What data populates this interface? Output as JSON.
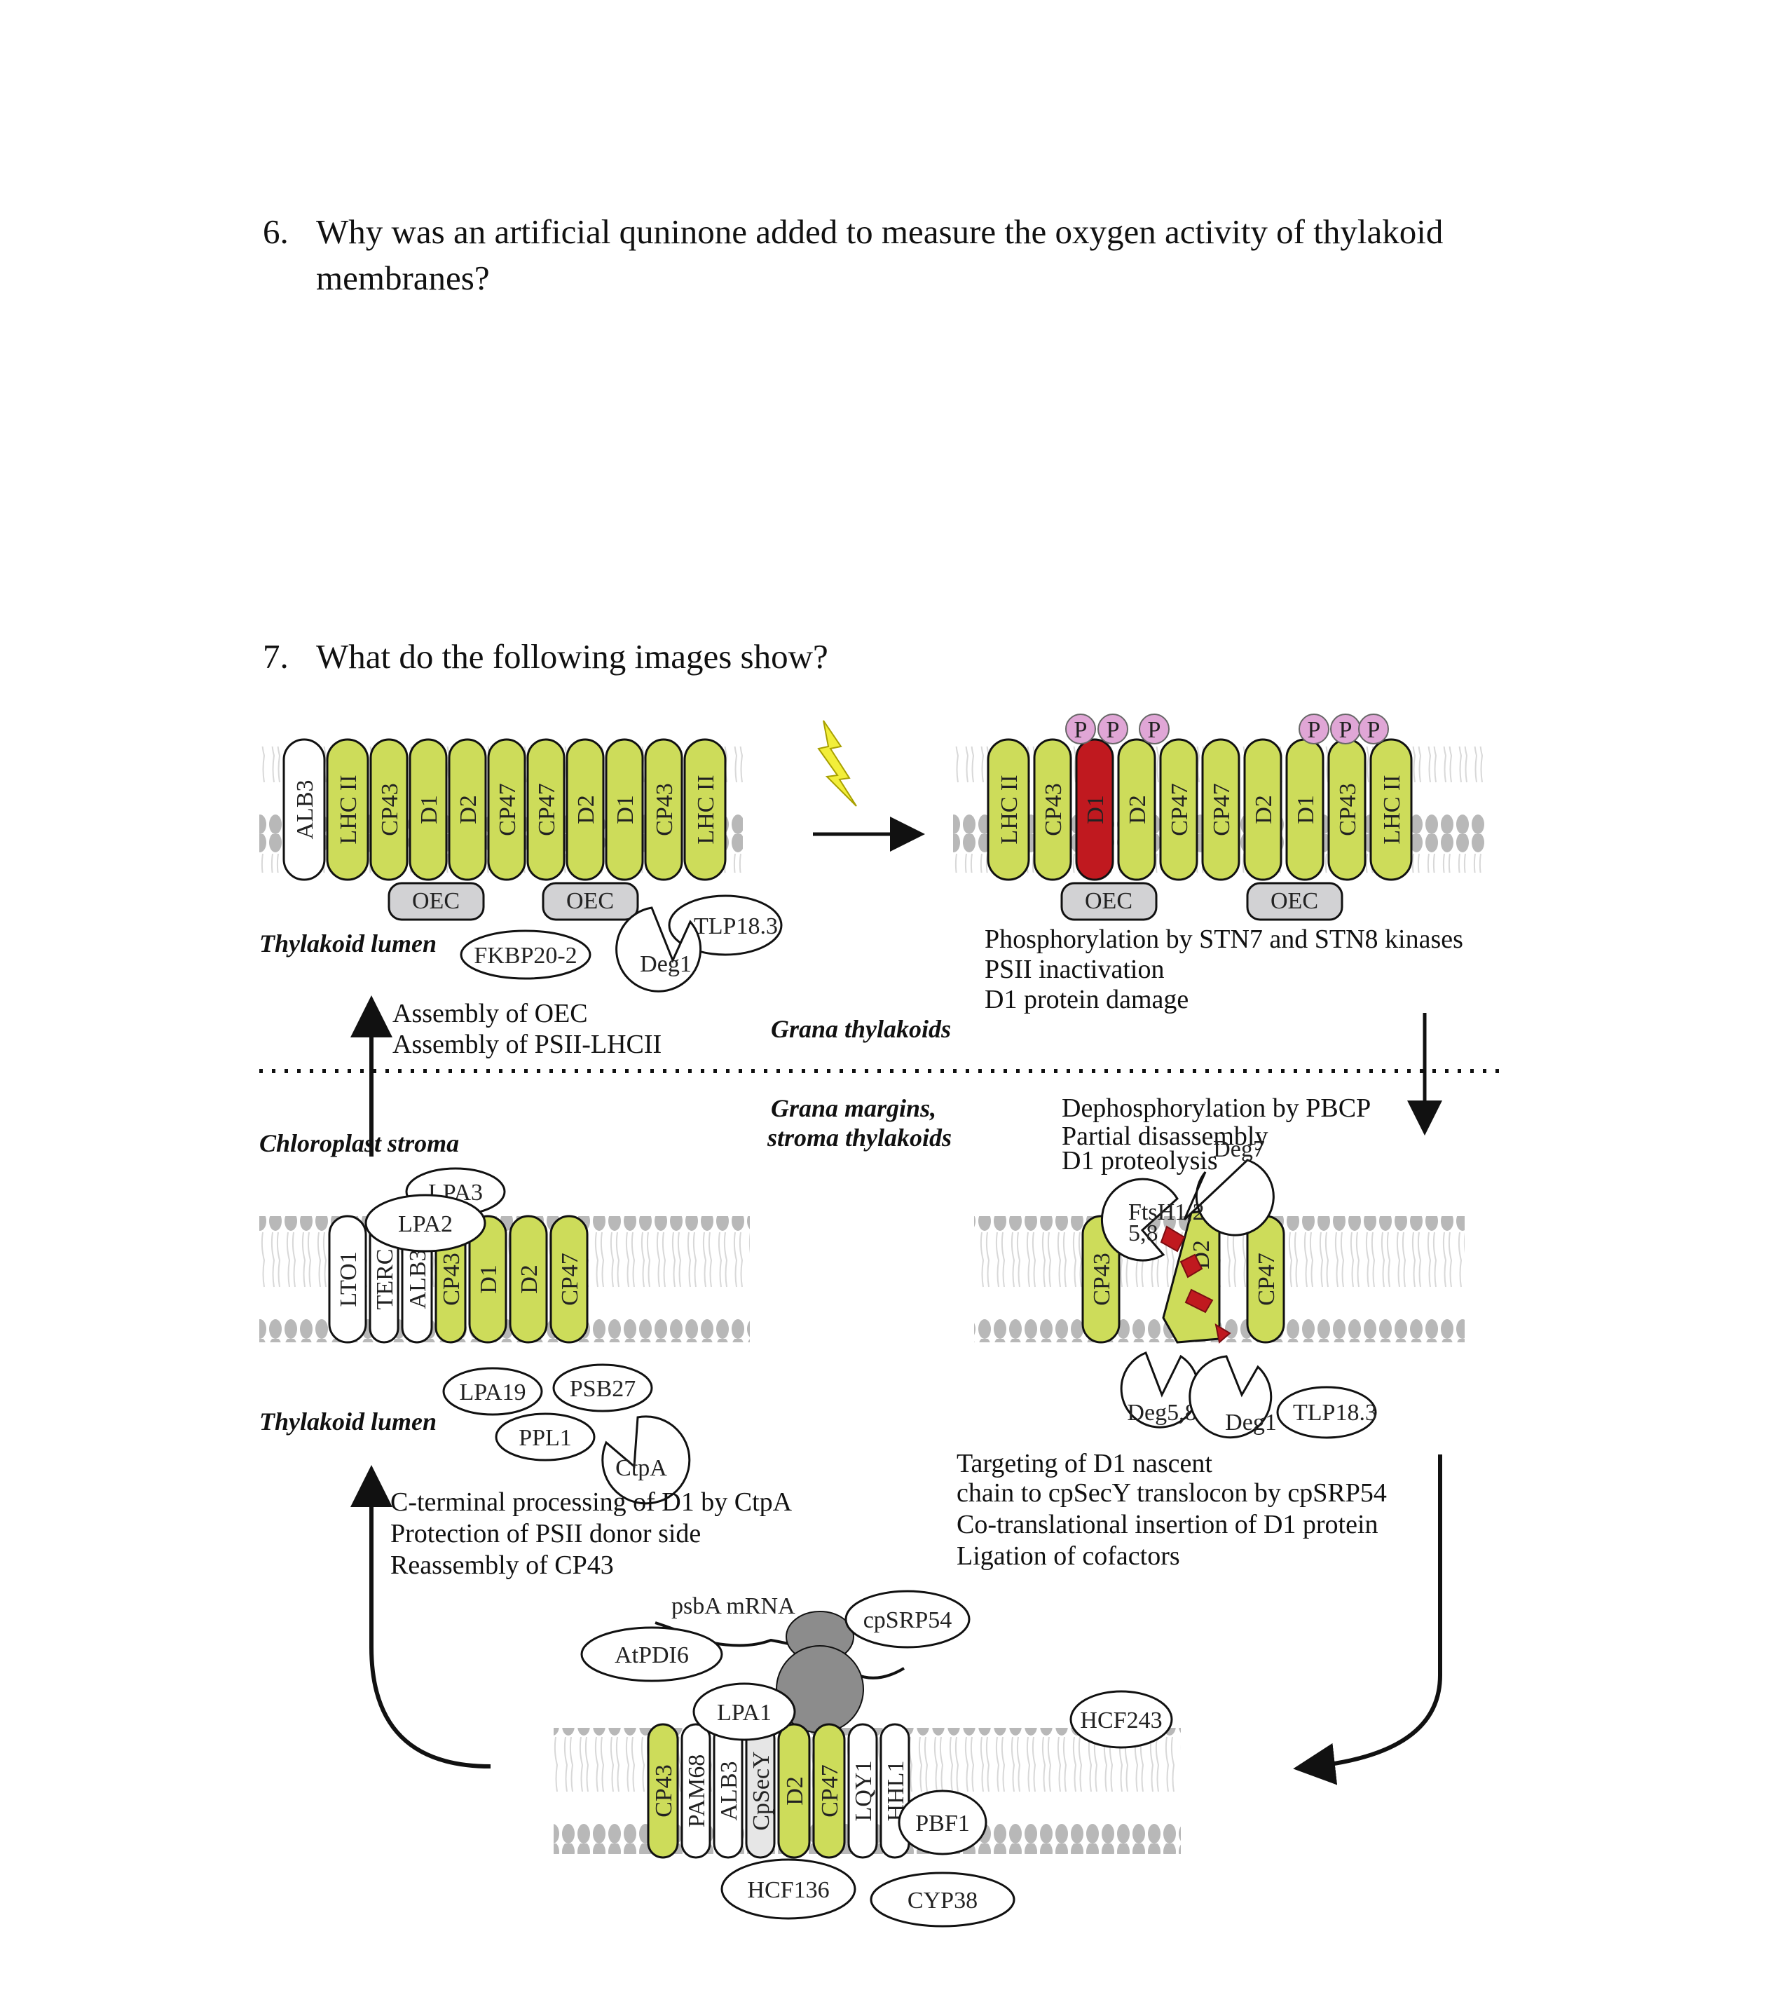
{
  "questions": [
    {
      "number": "6.",
      "text": "Why was an artificial quninone added to measure the oxygen activity of thylakoid membranes?"
    },
    {
      "number": "7.",
      "text": "What do the following images show?"
    }
  ],
  "figure": {
    "colors": {
      "protein": "#cddc5a",
      "damaged": "#c0191f",
      "phospho": "#e0a6d6",
      "oec": "#d2d2d4",
      "lipid": "#b8b8b8",
      "ribosome": "#8c8c8c",
      "secy": "#e6e6e6",
      "lightning": "#f2ee3a"
    },
    "regions": {
      "thylakoid_lumen": "Thylakoid lumen",
      "grana_thylakoids": "Grana thylakoids",
      "grana_margins": "Grana margins,",
      "stroma_thylakoids": "stroma thylakoids",
      "chloroplast_stroma": "Chloroplast stroma"
    },
    "panel1": {
      "membrane_proteins": [
        "ALB3",
        "LHC II",
        "CP43",
        "D1",
        "D2",
        "CP47",
        "CP47",
        "D2",
        "D1",
        "CP43",
        "LHC II"
      ],
      "oec": [
        "OEC",
        "OEC"
      ],
      "lumen_proteins": [
        "FKBP20-2",
        "Deg1",
        "TLP18.3"
      ]
    },
    "panel2": {
      "membrane_proteins": [
        "LHC II",
        "CP43",
        "D1",
        "D2",
        "CP47",
        "CP47",
        "D2",
        "D1",
        "CP43",
        "LHC II"
      ],
      "phospho": [
        "P",
        "P",
        "P",
        "P",
        "P",
        "P"
      ],
      "oec": [
        "OEC",
        "OEC"
      ],
      "captions": [
        "Phosphorylation by STN7 and STN8 kinases",
        "PSII inactivation",
        "D1 protein damage"
      ]
    },
    "panel3": {
      "captions": [
        "Dephosphorylation by PBCP",
        "Partial disassembly",
        "D1 proteolysis"
      ],
      "proteases": [
        "Deg7",
        "FtsH1,2",
        "5,8",
        "Deg5,8",
        "Deg1",
        "TLP18.3"
      ],
      "membrane_proteins": [
        "CP43",
        "D2",
        "CP47"
      ]
    },
    "panel4": {
      "captions": [
        "Targeting of D1 nascent",
        "chain to cpSecY translocon by cpSRP54",
        "Co-translational insertion of D1 protein",
        "Ligation of cofactors"
      ],
      "mrna": "psbA mRNA",
      "factors": [
        "cpSRP54",
        "AtPDI6",
        "LPA1",
        "HCF243",
        "PBF1",
        "HCF136",
        "CYP38"
      ],
      "membrane_proteins": [
        "CP43",
        "PAM68",
        "ALB3",
        "CpSecY",
        "D2",
        "CP47",
        "LQY1",
        "HHL1"
      ]
    },
    "panel5": {
      "captions": [
        "C-terminal processing of D1 by CtpA",
        "Protection of PSII donor side",
        "Reassembly of CP43"
      ],
      "factors": [
        "LPA3",
        "LPA2",
        "LPA19",
        "PSB27",
        "PPL1",
        "CtpA"
      ],
      "membrane_proteins": [
        "LTO1",
        "TERC",
        "ALB3",
        "CP43",
        "D1",
        "D2",
        "CP47"
      ]
    },
    "assembly_captions": [
      "Assembly of OEC",
      "Assembly of PSII-LHCII"
    ]
  }
}
